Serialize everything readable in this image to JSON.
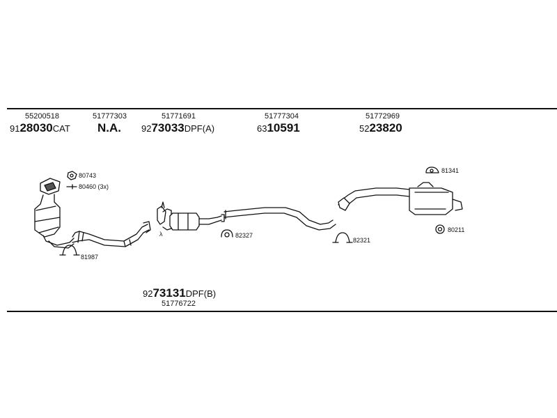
{
  "header": {
    "part_numbers": [
      "55200518",
      "51777303",
      "51771691",
      "51777304",
      "51772969"
    ],
    "codes": [
      {
        "prefix": "91",
        "main": "28030",
        "suffix": "CAT"
      },
      {
        "prefix": "",
        "main": "N.A.",
        "suffix": ""
      },
      {
        "prefix": "92",
        "main": "73033",
        "suffix": "DPF(A)"
      },
      {
        "prefix": "63",
        "main": "10591",
        "suffix": ""
      },
      {
        "prefix": "52",
        "main": "23820",
        "suffix": ""
      }
    ]
  },
  "callouts": {
    "gasket": "80743",
    "nut_bolt": "80460 (3x)",
    "clamp_front": "81987",
    "clamp_mid": "82327",
    "clamp_rear": "82321",
    "rubber_hanger": "81341",
    "ring_hanger": "80211",
    "sensor_mark": "λ"
  },
  "footer": {
    "code": {
      "prefix": "92",
      "main": "73131",
      "suffix": "DPF(B)"
    },
    "part_number": "51776722"
  }
}
